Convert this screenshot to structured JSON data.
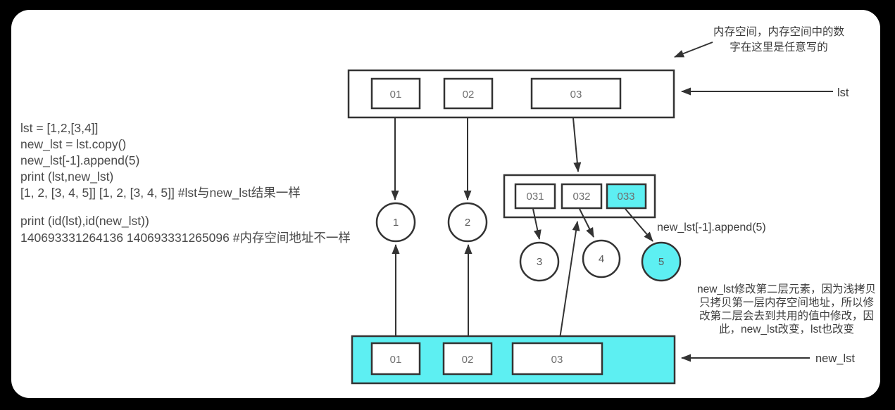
{
  "colors": {
    "frame": "#000000",
    "canvas": "#ffffff",
    "stroke": "#333333",
    "highlight": "#5deff2",
    "box_label": "#6e6e6e",
    "text": "#3c3c3c"
  },
  "code_block": {
    "lines": [
      "lst = [1,2,[3,4]]",
      "new_lst = lst.copy()",
      "new_lst[-1].append(5)",
      "print (lst,new_lst)",
      "[1, 2, [3, 4, 5]] [1, 2, [3, 4, 5]] #lst与new_lst结果一样",
      "print (id(lst),id(new_lst))",
      "140693331264136 140693331265096  #内存空间地址不一样"
    ]
  },
  "annotations": {
    "memory_note": {
      "lines": [
        "内存空间，内存空间中的数",
        "字在这里是任意写的"
      ]
    },
    "append_note": "new_lst[-1].append(5)",
    "shallow_copy_note": {
      "lines": [
        "new_lst修改第二层元素，因为浅拷贝",
        "只拷贝第一层内存空间地址，所以修",
        "改第二层会去到共用的值中修改，因",
        "此，new_lst改变，lst也改变"
      ]
    }
  },
  "lst_box": {
    "label": "lst",
    "cells": [
      "01",
      "02",
      "03"
    ]
  },
  "sublist_box": {
    "cells": [
      "031",
      "032",
      "033"
    ]
  },
  "new_lst_box": {
    "label": "new_lst",
    "cells": [
      "01",
      "02",
      "03"
    ]
  },
  "values": {
    "v1": "1",
    "v2": "2",
    "v3": "3",
    "v4": "4",
    "v5": "5"
  }
}
